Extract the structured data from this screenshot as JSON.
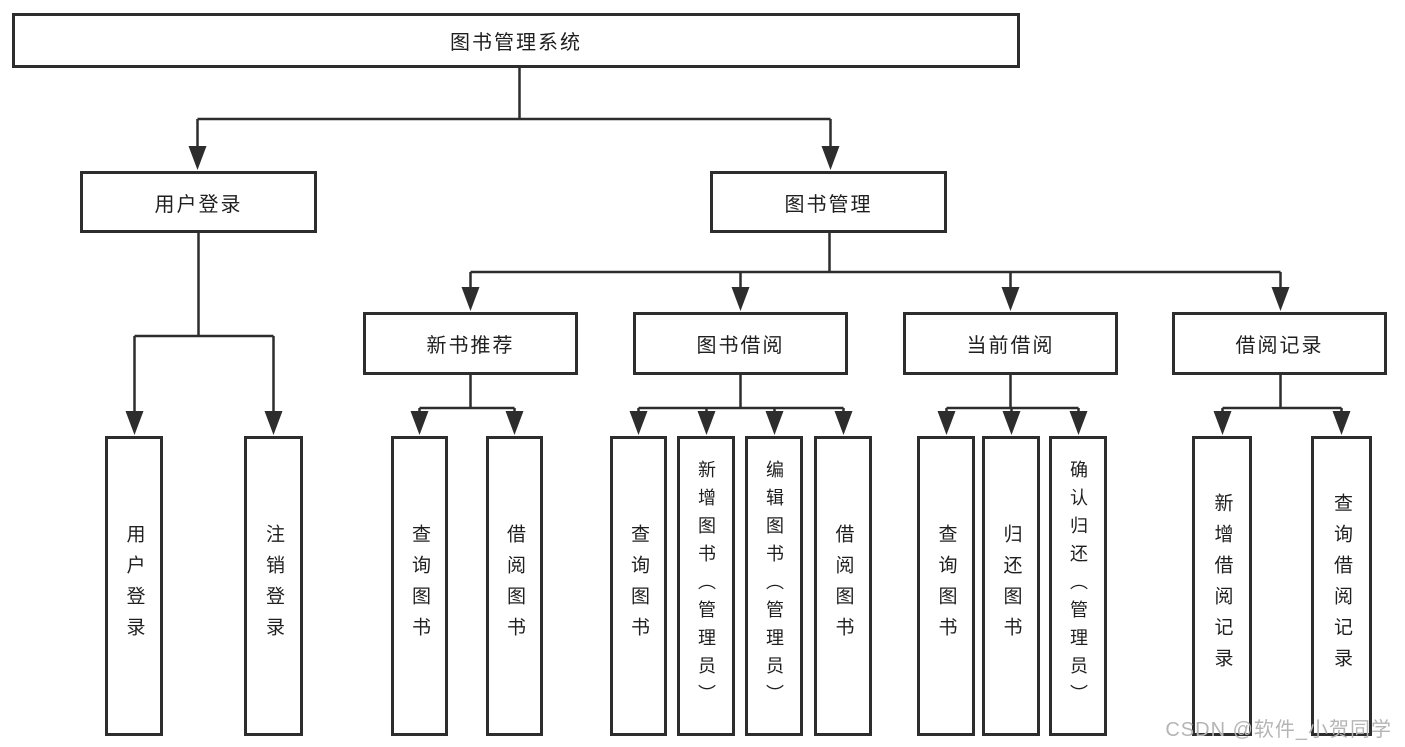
{
  "diagram": {
    "root": "图书管理系统",
    "branches": [
      {
        "label": "用户登录",
        "children": [
          "用户登录",
          "注销登录"
        ]
      },
      {
        "label": "图书管理",
        "groups": [
          {
            "label": "新书推荐",
            "children": [
              "查询图书",
              "借阅图书"
            ]
          },
          {
            "label": "图书借阅",
            "children": [
              "查询图书",
              "新增图书（管理员）",
              "编辑图书（管理员）",
              "借阅图书"
            ]
          },
          {
            "label": "当前借阅",
            "children": [
              "查询图书",
              "归还图书",
              "确认归还（管理员）"
            ]
          },
          {
            "label": "借阅记录",
            "children": [
              "新增借阅记录",
              "查询借阅记录"
            ]
          }
        ]
      }
    ]
  },
  "watermark": "CSDN @软件_小贺同学",
  "colors": {
    "line": "#2d2d2d",
    "box_border": "#2d2d2d",
    "text": "#1f1f1f",
    "watermark": "#b5b5b5",
    "background": "#ffffff"
  }
}
